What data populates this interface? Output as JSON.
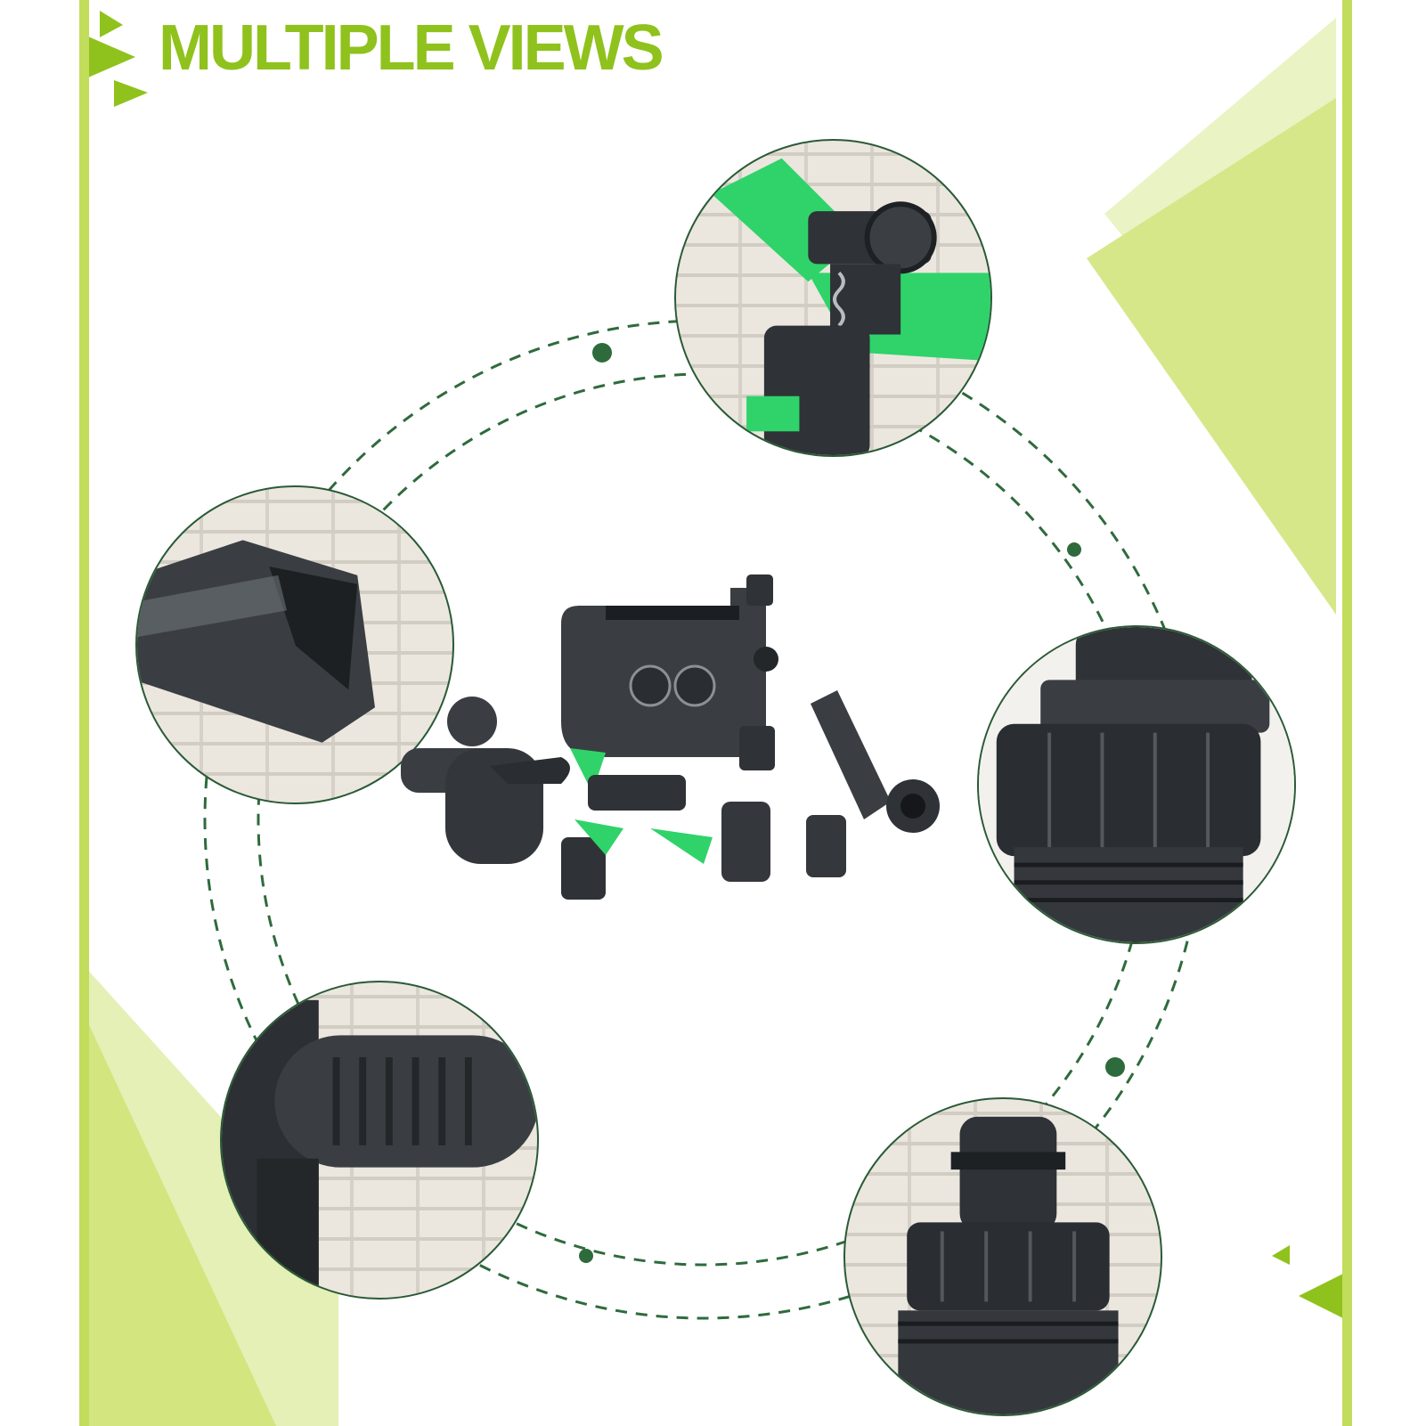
{
  "header": {
    "title": "MULTIPLE VIEWS"
  },
  "theme": {
    "accent": "#8fc21c",
    "light_accent": "#d9e98c",
    "dashed_ring": "#2e6b3c",
    "product_dark": "#2f3236",
    "product_green": "#2fd36a"
  },
  "views": [
    {
      "name": "sprinkler-head-closeup",
      "icon": "impact-sprinkler"
    },
    {
      "name": "spike-stake-closeup",
      "icon": "ground-spike"
    },
    {
      "name": "threaded-connector-closeup",
      "icon": "coupling-nut"
    },
    {
      "name": "valve-handle-closeup",
      "icon": "lever-handle"
    },
    {
      "name": "quick-connector-closeup",
      "icon": "quick-connector"
    }
  ],
  "center_product": {
    "icon": "solar-water-timer-kit"
  }
}
